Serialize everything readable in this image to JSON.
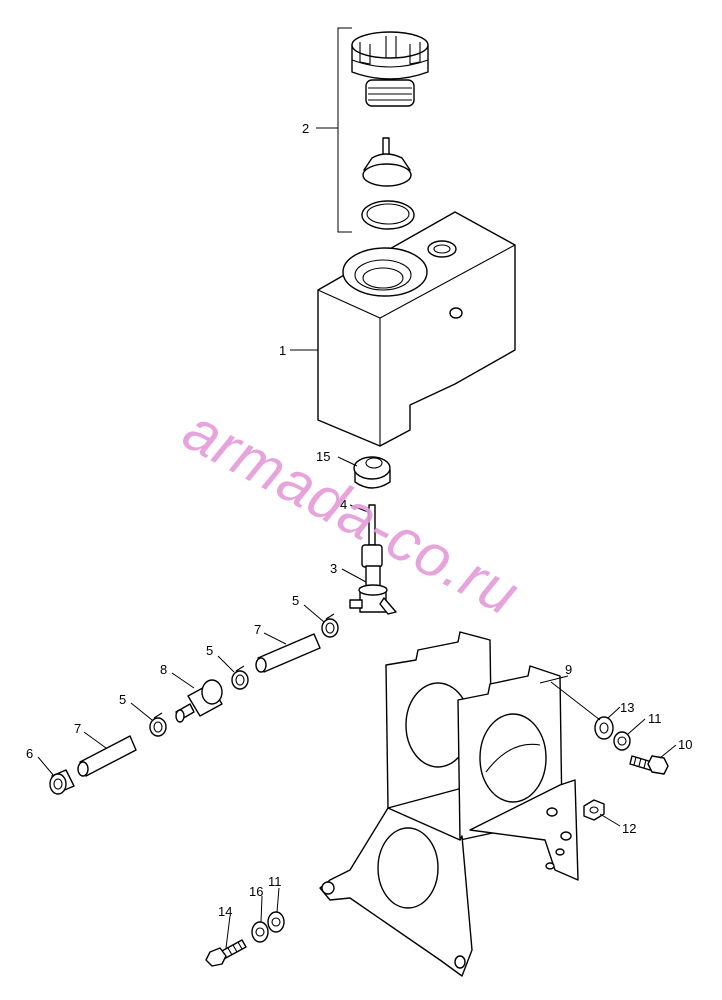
{
  "watermark": {
    "text": "armada-co.ru",
    "color": "#e59ad8"
  },
  "callouts": {
    "c1": "1",
    "c2": "2",
    "c3": "3",
    "c4": "4",
    "c5a": "5",
    "c5b": "5",
    "c5c": "5",
    "c6": "6",
    "c7a": "7",
    "c7b": "7",
    "c8": "8",
    "c9": "9",
    "c10": "10",
    "c11a": "11",
    "c11b": "11",
    "c12": "12",
    "c13": "13",
    "c14": "14",
    "c15": "15",
    "c16": "16"
  }
}
